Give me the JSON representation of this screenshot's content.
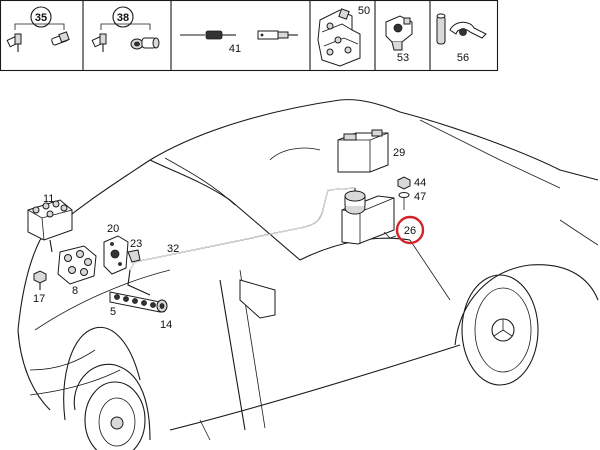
{
  "top_strip": {
    "items": [
      "35",
      "38",
      "41",
      "50",
      "53",
      "56"
    ]
  },
  "callouts": {
    "c29": "29",
    "c44": "44",
    "c47": "47",
    "c26": "26",
    "c11": "11",
    "c20": "20",
    "c23": "23",
    "c32": "32",
    "c17": "17",
    "c8": "8",
    "c5": "5",
    "c14": "14"
  },
  "colors": {
    "highlight": "#d4212a",
    "line": "#1a1a1a"
  }
}
